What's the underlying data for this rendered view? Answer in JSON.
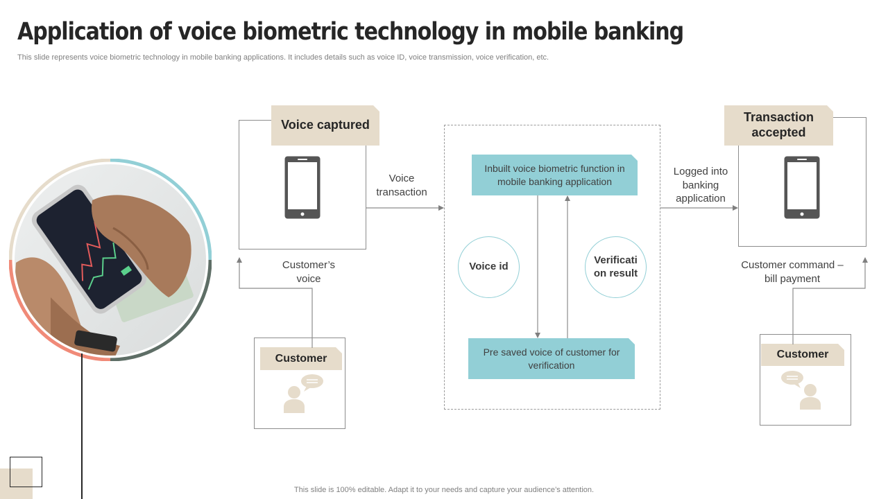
{
  "title": "Application of voice biometric technology in mobile banking",
  "subtitle": "This slide represents voice biometric technology in mobile banking applications. It includes details such as voice ID, voice transmission, voice verification, etc.",
  "footer": "This slide is 100% editable. Adapt it to your needs and capture your audience’s attention.",
  "colors": {
    "beige": "#e6dccb",
    "teal": "#92cfd6",
    "phone": "#555555",
    "coral": "#f08a78",
    "slate": "#5e6e66"
  },
  "left_panel": {
    "tag": "Voice captured",
    "arrow_label": "Voice transaction",
    "customer_label": "Customer’s voice",
    "customer_tag": "Customer"
  },
  "center_panel": {
    "top_box": "Inbuilt voice biometric function in mobile banking application",
    "bottom_box": "Pre saved voice of customer for verification",
    "circle_left": "Voice id",
    "circle_right": "Verificati on result"
  },
  "right_panel": {
    "tag": "Transaction accepted",
    "arrow_label": "Logged into banking application",
    "customer_label": "Customer command – bill payment",
    "customer_tag": "Customer"
  },
  "icons": [
    "smartphone-icon",
    "smartphone-icon",
    "customer-speech-icon",
    "customer-speech-icon"
  ]
}
